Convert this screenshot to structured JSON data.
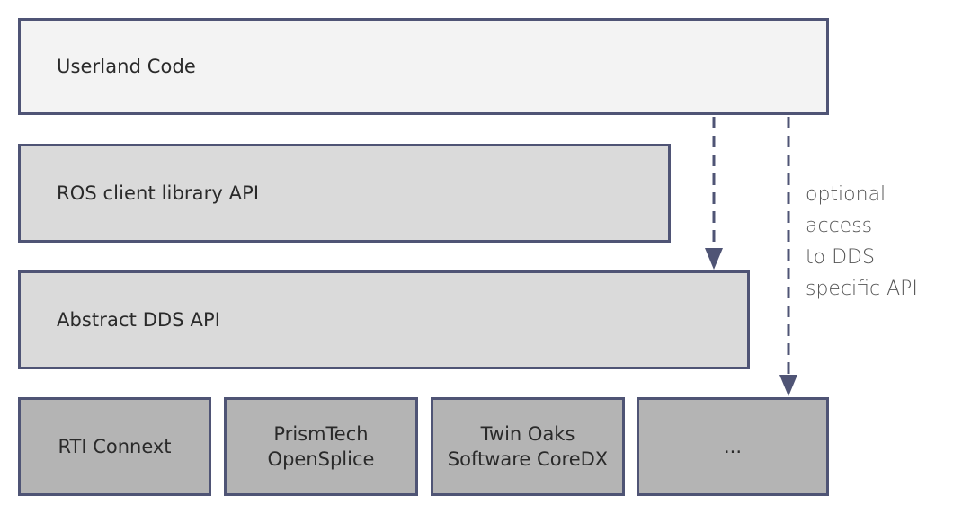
{
  "layers": {
    "userland": "Userland Code",
    "ros_client": "ROS client library API",
    "abstract_dds": "Abstract DDS API"
  },
  "vendors": [
    {
      "line1": "RTI Connext",
      "line2": ""
    },
    {
      "line1": "PrismTech",
      "line2": "OpenSplice"
    },
    {
      "line1": "Twin Oaks",
      "line2": "Software CoreDX"
    },
    {
      "line1": "...",
      "line2": ""
    }
  ],
  "note": {
    "line1": "optional",
    "line2": "access",
    "line3": "to DDS",
    "line4": "specific API"
  },
  "colors": {
    "border": "#4f5475",
    "arrow": "#4f5475",
    "userland_fill": "#f3f3f3",
    "api_fill": "#dadada",
    "vendor_fill": "#b4b4b4"
  }
}
